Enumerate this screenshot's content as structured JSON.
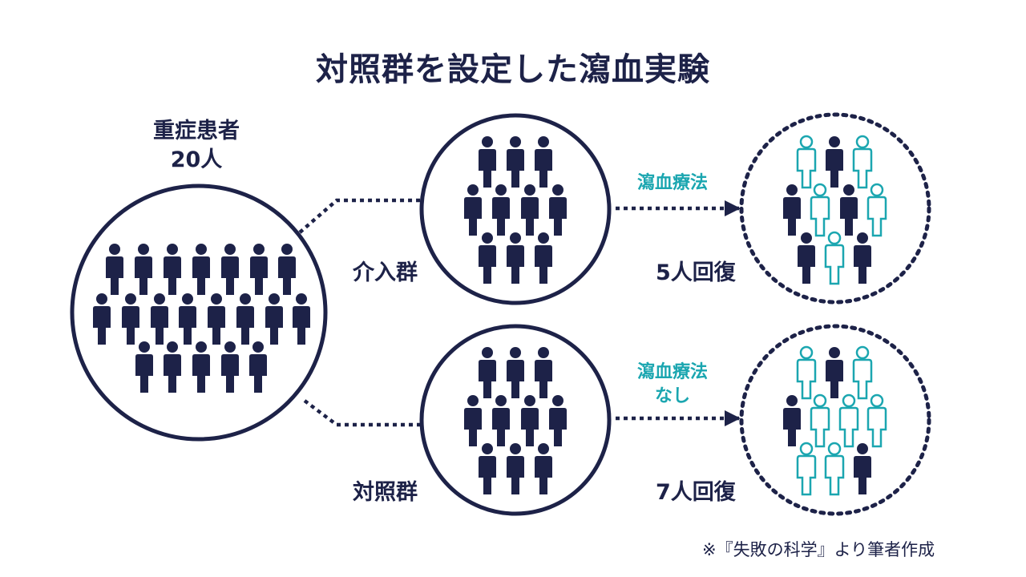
{
  "title": "対照群を設定した瀉血実験",
  "patients": {
    "label_line1": "重症患者",
    "label_line2": "20人"
  },
  "groups": {
    "intervention": {
      "label": "介入群",
      "count": 10
    },
    "control": {
      "label": "対照群",
      "count": 10
    }
  },
  "treatments": {
    "top": {
      "label": "瀉血療法"
    },
    "bottom": {
      "label_line1": "瀉血療法",
      "label_line2": "なし"
    }
  },
  "results": {
    "top": {
      "label": "5人回復",
      "recovered": 5,
      "total": 10
    },
    "bottom": {
      "label": "7人回復",
      "recovered": 7,
      "total": 10
    }
  },
  "source_note": "※『失敗の科学』より筆者作成",
  "colors": {
    "navy": "#1d2248",
    "teal": "#1ba6b0",
    "background": "#ffffff"
  },
  "icons": {
    "person": "person-icon",
    "recovered_person": "person-outline-icon"
  }
}
